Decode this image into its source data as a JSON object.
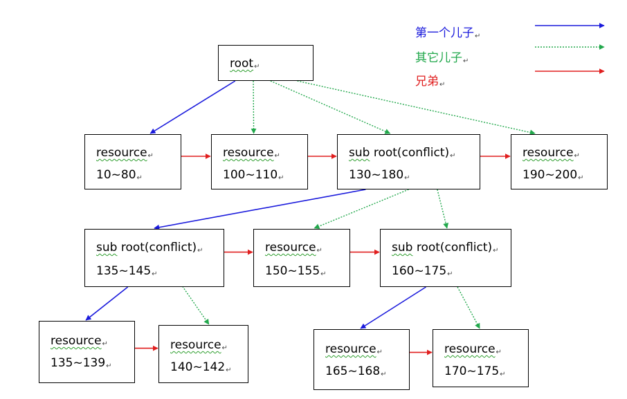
{
  "colors": {
    "first_child": "#1a1adc",
    "other_child": "#22a84c",
    "sibling": "#e01e1e",
    "box_border": "#000000"
  },
  "legend": {
    "first_child": "第一个儿子",
    "other_child": "其它儿子",
    "sibling": "兄弟"
  },
  "nodes": {
    "root": {
      "label": "root"
    },
    "r10_80": {
      "label": "resource",
      "range": "10~80"
    },
    "r100_110": {
      "label": "resource",
      "range": "100~110"
    },
    "sub130_180": {
      "sub": "sub",
      "label": "root(conflict)",
      "range": "130~180"
    },
    "r190_200": {
      "label": "resource",
      "range": "190~200"
    },
    "sub135_145": {
      "sub": "sub",
      "label": "root(conflict)",
      "range": "135~145"
    },
    "r150_155": {
      "label": "resource",
      "range": "150~155"
    },
    "sub160_175": {
      "sub": "sub",
      "label": "root(conflict)",
      "range": "160~175"
    },
    "r135_139": {
      "label": "resource",
      "range": "135~139"
    },
    "r140_142": {
      "label": "resource",
      "range": "140~142"
    },
    "r165_168": {
      "label": "resource",
      "range": "165~168"
    },
    "r170_175": {
      "label": "resource",
      "range": "170~175"
    }
  },
  "edges": [
    {
      "kind": "first_child",
      "from": "root",
      "to": "r10_80"
    },
    {
      "kind": "other_child",
      "from": "root",
      "to": "r100_110"
    },
    {
      "kind": "other_child",
      "from": "root",
      "to": "sub130_180"
    },
    {
      "kind": "other_child",
      "from": "root",
      "to": "r190_200"
    },
    {
      "kind": "sibling",
      "from": "r10_80",
      "to": "r100_110"
    },
    {
      "kind": "sibling",
      "from": "r100_110",
      "to": "sub130_180"
    },
    {
      "kind": "sibling",
      "from": "sub130_180",
      "to": "r190_200"
    },
    {
      "kind": "first_child",
      "from": "sub130_180",
      "to": "sub135_145"
    },
    {
      "kind": "other_child",
      "from": "sub130_180",
      "to": "r150_155"
    },
    {
      "kind": "other_child",
      "from": "sub130_180",
      "to": "sub160_175"
    },
    {
      "kind": "sibling",
      "from": "sub135_145",
      "to": "r150_155"
    },
    {
      "kind": "sibling",
      "from": "r150_155",
      "to": "sub160_175"
    },
    {
      "kind": "first_child",
      "from": "sub135_145",
      "to": "r135_139"
    },
    {
      "kind": "other_child",
      "from": "sub135_145",
      "to": "r140_142"
    },
    {
      "kind": "sibling",
      "from": "r135_139",
      "to": "r140_142"
    },
    {
      "kind": "first_child",
      "from": "sub160_175",
      "to": "r165_168"
    },
    {
      "kind": "other_child",
      "from": "sub160_175",
      "to": "r170_175"
    },
    {
      "kind": "sibling",
      "from": "r165_168",
      "to": "r170_175"
    }
  ]
}
